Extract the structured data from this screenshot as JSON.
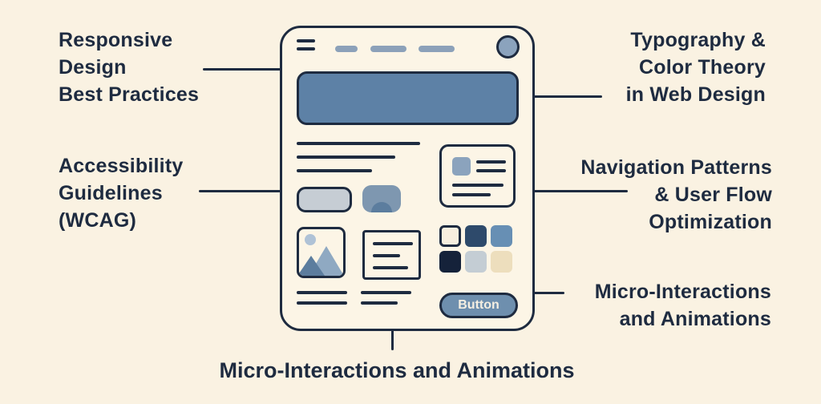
{
  "page": {
    "bg": "#FAF2E2",
    "ink": "#1E2B40"
  },
  "labels": {
    "top_left": {
      "line1": "Responsive",
      "line2": "Design",
      "line3": "Best Practices"
    },
    "mid_left": {
      "line1": "Accessibility",
      "line2": "Guidelines",
      "line3": "(WCAG)"
    },
    "top_right": {
      "line1": "Typography &",
      "line2": "Color Theory",
      "line3": "in Web Design"
    },
    "mid_right": {
      "line1": "Navigation Patterns",
      "line2": "& User Flow",
      "line3": "Optimization"
    },
    "bottom_right": {
      "line1": "Micro-Interactions",
      "line2": "and Animations"
    },
    "bottom_center": {
      "text": "Micro-Interactions and Animations"
    }
  },
  "mockup": {
    "button_label": "Button",
    "icons": {
      "hamburger": "two-bar menu lines",
      "avatar": "outlined circle",
      "image_placeholder": "sun and mountains",
      "user_bust": "semicircle person silhouette"
    },
    "colors": {
      "hero": "#5D81A6",
      "nav_dash": "#8CA1B9",
      "avatar_fill": "#8BA3BD",
      "thumb": "#8BA3BD",
      "button_gray": "#C6CDD4",
      "button_blue": "#7E97B0",
      "user_bust": "#5C7D9E",
      "cta_fill": "#6E8FAE",
      "cta_text": "#F5EFE2",
      "sun": "#AFC2D6",
      "mountain_light": "#8FA9C2",
      "mountain_dark": "#5C7D9E"
    },
    "swatches": [
      {
        "color": "#F7EFDF"
      },
      {
        "color": "#2E4A6B"
      },
      {
        "color": "#678FB4"
      },
      {
        "color": "#15223A"
      },
      {
        "color": "#C4CDD4"
      },
      {
        "color": "#EDDEBD"
      }
    ]
  }
}
